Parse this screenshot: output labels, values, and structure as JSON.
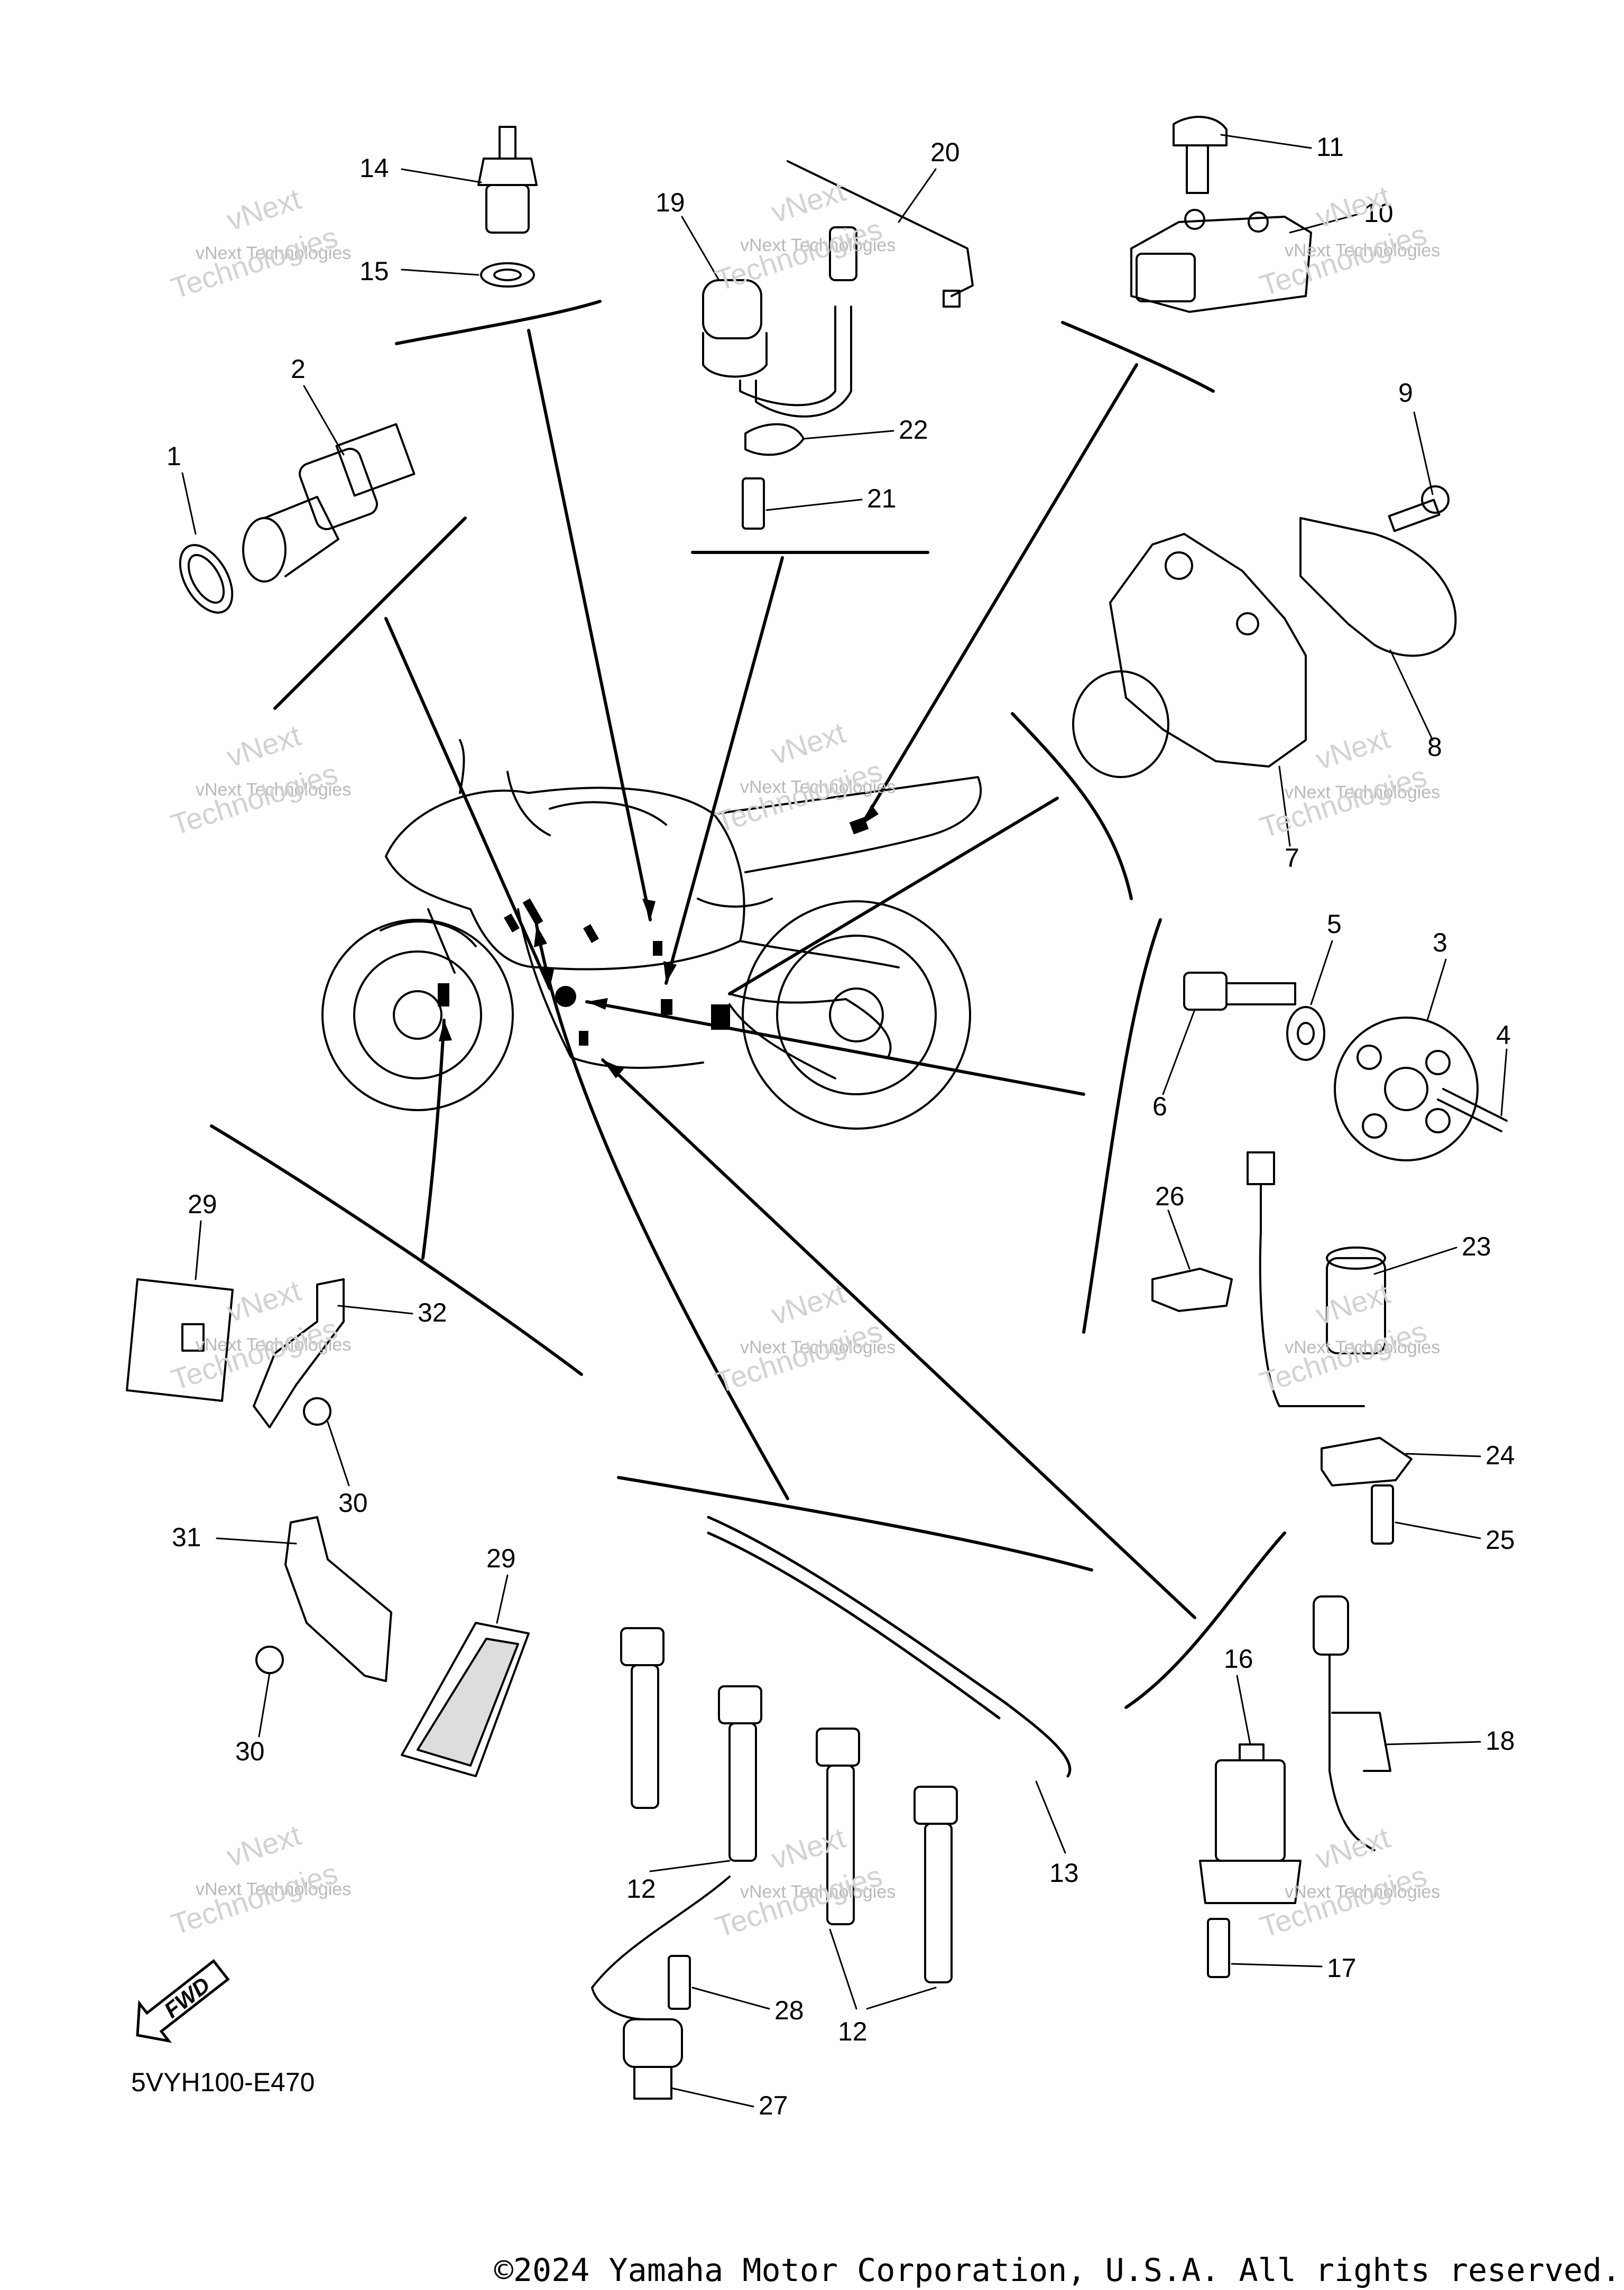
{
  "diagram": {
    "callouts": [
      "1",
      "2",
      "3",
      "4",
      "5",
      "6",
      "7",
      "8",
      "9",
      "10",
      "11",
      "12",
      "13",
      "14",
      "15",
      "16",
      "17",
      "18",
      "19",
      "20",
      "21",
      "22",
      "23",
      "24",
      "25",
      "26",
      "27",
      "28",
      "29",
      "30",
      "31",
      "32"
    ],
    "watermark_lines": [
      "vNext Technologies",
      "vNext",
      "Technologies"
    ],
    "fwd_label": "FWD",
    "reference_code": "5VYH100-E470"
  },
  "footer": {
    "copyright": "©2024 Yamaha Motor Corporation, U.S.A. All rights reserved."
  }
}
